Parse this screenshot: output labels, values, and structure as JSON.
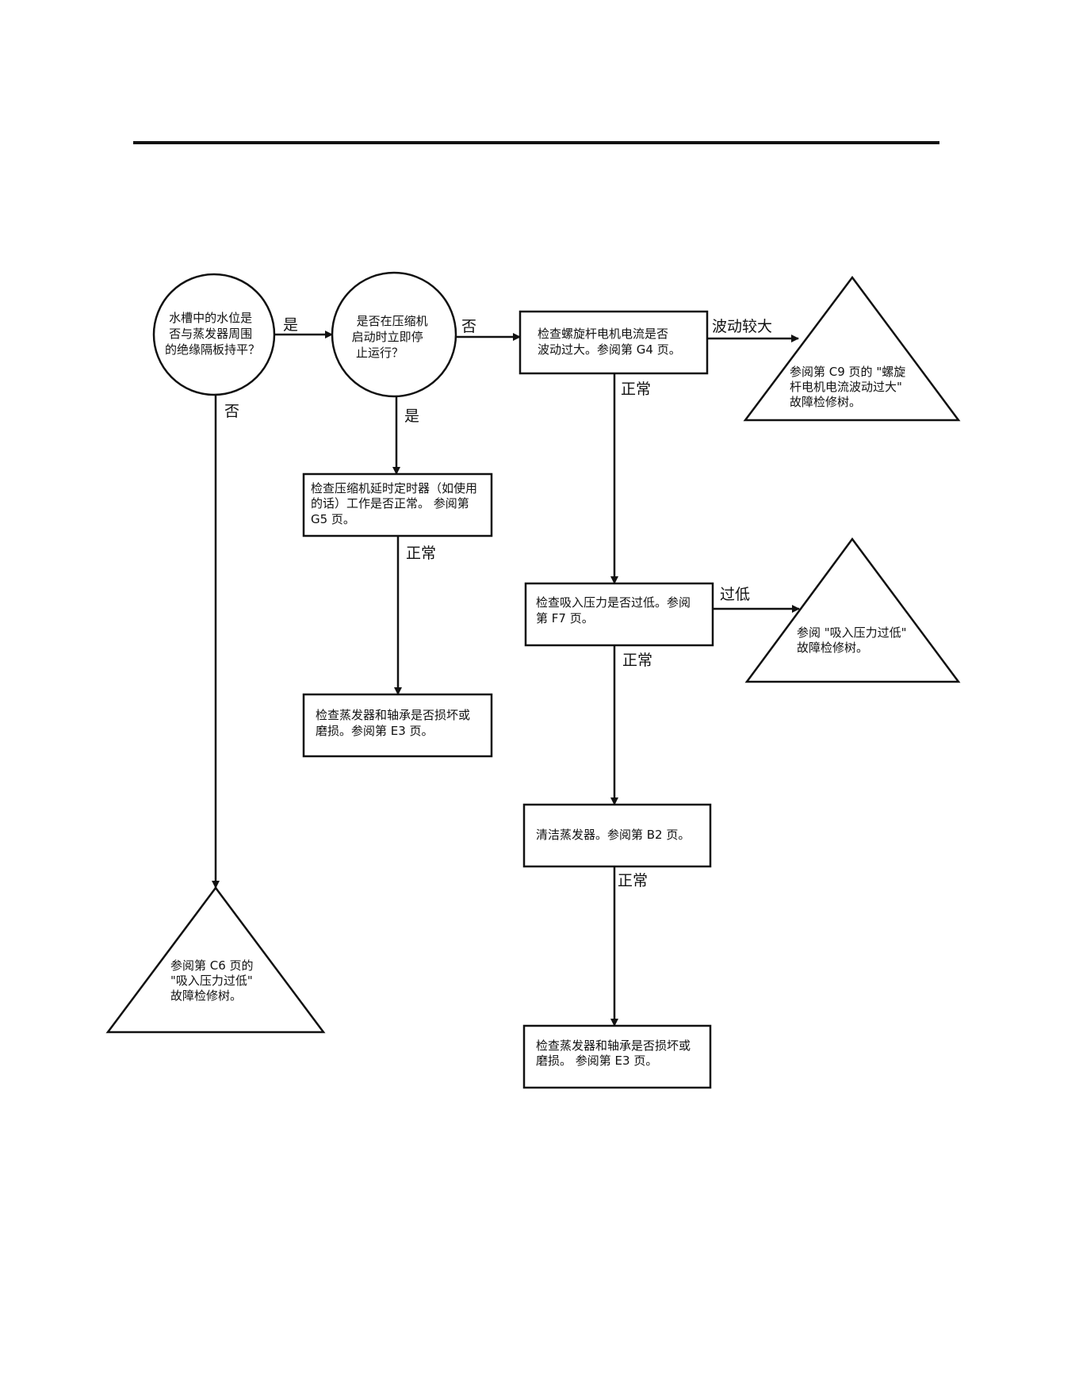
{
  "nodes": {
    "n1": {
      "lines": [
        "水槽中的水位是",
        "否与蒸发器周围",
        "的绝缘隔板持平？"
      ]
    },
    "n2": {
      "lines": [
        "是否在压缩机",
        "启动时立即停",
        "止运行？"
      ]
    },
    "n3": {
      "lines": [
        "检查螺旋杆电机电流是否",
        "波动过大。参阅第  G4  页。"
      ]
    },
    "n4": {
      "lines": [
        "参阅第  C9  页的 \"螺旋",
        "杆电机电流波动过大\"",
        "故障检修树。"
      ]
    },
    "n5": {
      "lines": [
        "检查压缩机延时定时器（如使用",
        "的话）工作是否正常。 参阅第",
        "G5  页。"
      ]
    },
    "n6": {
      "lines": [
        "检查吸入压力是否过低。参阅",
        "第  F7  页。"
      ]
    },
    "n7": {
      "lines": [
        "参阅  \"吸入压力过低\"",
        "故障检修树。"
      ]
    },
    "n8": {
      "lines": [
        "检查蒸发器和轴承是否损坏或",
        "磨损。参阅第  E3  页。"
      ]
    },
    "n9": {
      "lines": [
        "清洁蒸发器。参阅第  B2  页。"
      ]
    },
    "n10": {
      "lines": [
        "检查蒸发器和轴承是否损坏或",
        "磨损。 参阅第  E3  页。"
      ]
    },
    "n11": {
      "lines": [
        "参阅第  C6  页的",
        "\"吸入压力过低\"",
        "故障检修树。"
      ]
    }
  },
  "edges": {
    "e1": {
      "label": "是"
    },
    "e2": {
      "label": "否"
    },
    "e3": {
      "label": "是"
    },
    "e4": {
      "label": "波动较大"
    },
    "e5": {
      "label": "正常"
    },
    "e6": {
      "label": "正常"
    },
    "e7": {
      "label": "过低"
    },
    "e8": {
      "label": "正常"
    },
    "e9": {
      "label": "正常"
    },
    "e10": {
      "label": "否"
    }
  }
}
